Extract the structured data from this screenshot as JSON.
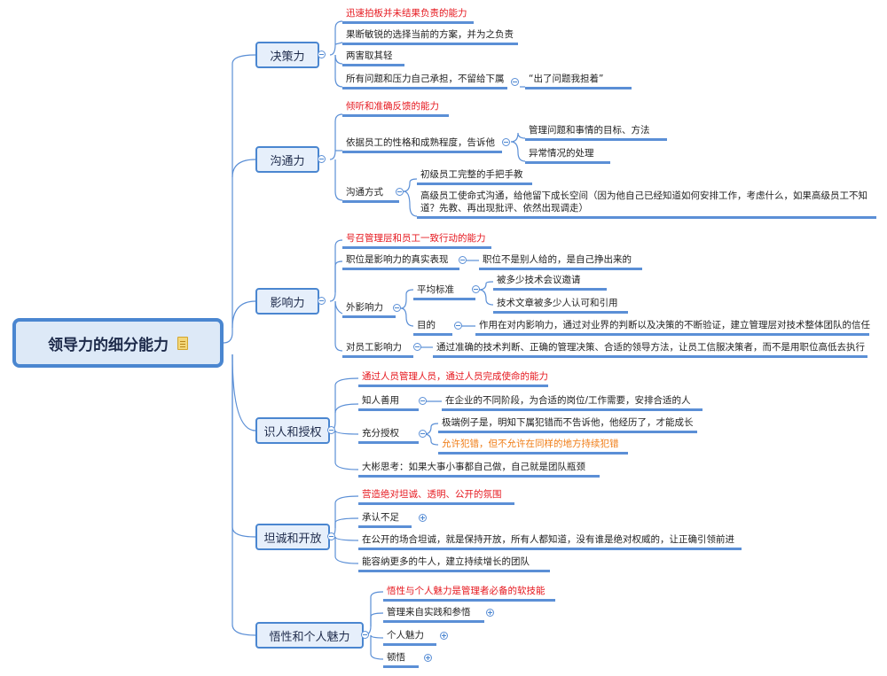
{
  "root": {
    "title": "领导力的细分能力",
    "icon": "note-icon"
  },
  "branches": [
    {
      "title": "决策力",
      "items": [
        {
          "text": "迅速拍板并未结果负责的能力"
        },
        {
          "text": "果断敏锐的选择当前的方案，并为之负责"
        },
        {
          "text": "两害取其轻"
        },
        {
          "text": "所有问题和压力自己承担，不留给下属",
          "children": [
            "“出了问题我担着”"
          ]
        }
      ]
    },
    {
      "title": "沟通力",
      "items": [
        {
          "text": "倾听和准确反馈的能力"
        },
        {
          "text": "依据员工的性格和成熟程度，告诉他",
          "children": [
            "管理问题和事情的目标、方法",
            "异常情况的处理"
          ]
        },
        {
          "text": "沟通方式",
          "children": [
            "初级员工完整的手把手教",
            "高级员工使命式沟通，给他留下成长空间（因为他自己已经知道如何安排工作，考虑什么，如果高级员工不知道？先教、再出现批评、依然出现调走）"
          ]
        }
      ]
    },
    {
      "title": "影响力",
      "items": [
        {
          "text": "号召管理层和员工一致行动的能力"
        },
        {
          "text": "职位是影响力的真实表现",
          "children": [
            "职位不是别人给的，是自己挣出来的"
          ]
        },
        {
          "text": "外影响力",
          "children": [
            {
              "text": "平均标准",
              "children": [
                "被多少技术会议邀请",
                "技术文章被多少人认可和引用"
              ]
            },
            {
              "text": "目的",
              "children": [
                "作用在对内影响力，通过对业界的判断以及决策的不断验证，建立管理层对技术整体团队的信任"
              ]
            }
          ]
        },
        {
          "text": "对员工影响力",
          "children": [
            "通过准确的技术判断、正确的管理决策、合适的领导方法，让员工信服决策者，而不是用职位高低去执行"
          ]
        }
      ]
    },
    {
      "title": "识人和授权",
      "items": [
        {
          "text": "通过人员管理人员，通过人员完成使命的能力"
        },
        {
          "text": "知人善用",
          "children": [
            "在企业的不同阶段，为合适的岗位/工作需要，安排合适的人"
          ]
        },
        {
          "text": "充分授权",
          "children": [
            "极端例子是，明知下属犯错而不告诉他，他经历了，才能成长",
            "允许犯错，但不允许在同样的地方持续犯错"
          ]
        },
        {
          "text": "大彬思考：如果大事小事都自己做，自己就是团队瓶颈"
        }
      ]
    },
    {
      "title": "坦诚和开放",
      "items": [
        {
          "text": "营造绝对坦诚、透明、公开的氛围"
        },
        {
          "text": "承认不足"
        },
        {
          "text": "在公开的场合坦诚，就是保持开放，所有人都知道，没有谁是绝对权威的，让正确引领前进"
        },
        {
          "text": "能容纳更多的牛人，建立持续增长的团队"
        }
      ]
    },
    {
      "title": "悟性和个人魅力",
      "items": [
        {
          "text": "悟性与个人魅力是管理者必备的软技能"
        },
        {
          "text": "管理来自实践和参悟"
        },
        {
          "text": "个人魅力"
        },
        {
          "text": "顿悟"
        }
      ]
    }
  ],
  "colors": {
    "line": "#5b8fd6",
    "highlight_red": "#e6181f",
    "highlight_orange": "#f07d16",
    "node_fill": "#e6effb"
  }
}
